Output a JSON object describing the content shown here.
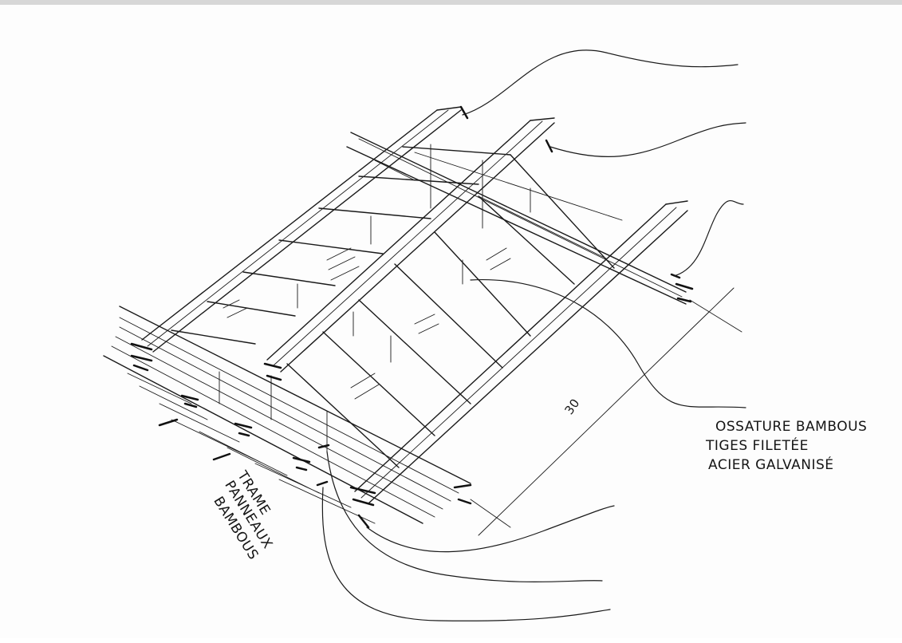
{
  "labels": {
    "ossature": [
      "OSSATURE BAMBOUS",
      "TIGES FILETÉE",
      "ACIER GALVANISÉ"
    ],
    "trame": [
      "TRAME",
      "PANNEAUX",
      "BAMBOUS"
    ],
    "dimension": "30"
  },
  "colors": {
    "ink": "#1a1a1a",
    "paper": "#fdfdfd",
    "border": "#d7d7d7"
  }
}
